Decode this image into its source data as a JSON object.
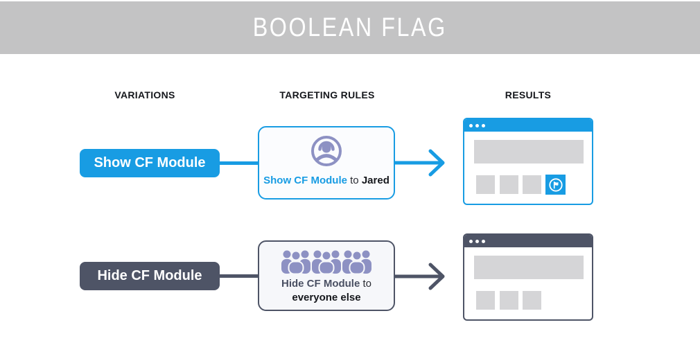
{
  "banner": {
    "title": "BOOLEAN FLAG",
    "bg_color": "#c3c3c4",
    "text_color": "#ffffff"
  },
  "columns": {
    "variations": "VARIATIONS",
    "targeting_rules": "TARGETING RULES",
    "results": "RESULTS"
  },
  "colors": {
    "accent_blue": "#189ce3",
    "accent_slate": "#4e5466",
    "icon_purple": "#8d91c3",
    "placeholder_gray": "#d5d5d7"
  },
  "rows": [
    {
      "variation": {
        "label": "Show CF Module"
      },
      "rule": {
        "icon": "single-user-icon",
        "flag_label": "Show CF Module",
        "connector_word": "to",
        "audience": "Jared"
      },
      "result": {
        "style": "blue-browser",
        "has_cf_module": "true",
        "module_icon": "flag-icon"
      }
    },
    {
      "variation": {
        "label": "Hide CF Module"
      },
      "rule": {
        "icon": "crowd-icon",
        "flag_label": "Hide CF Module",
        "connector_word": "to",
        "audience": "everyone else"
      },
      "result": {
        "style": "slate-browser",
        "has_cf_module": "false"
      }
    }
  ]
}
